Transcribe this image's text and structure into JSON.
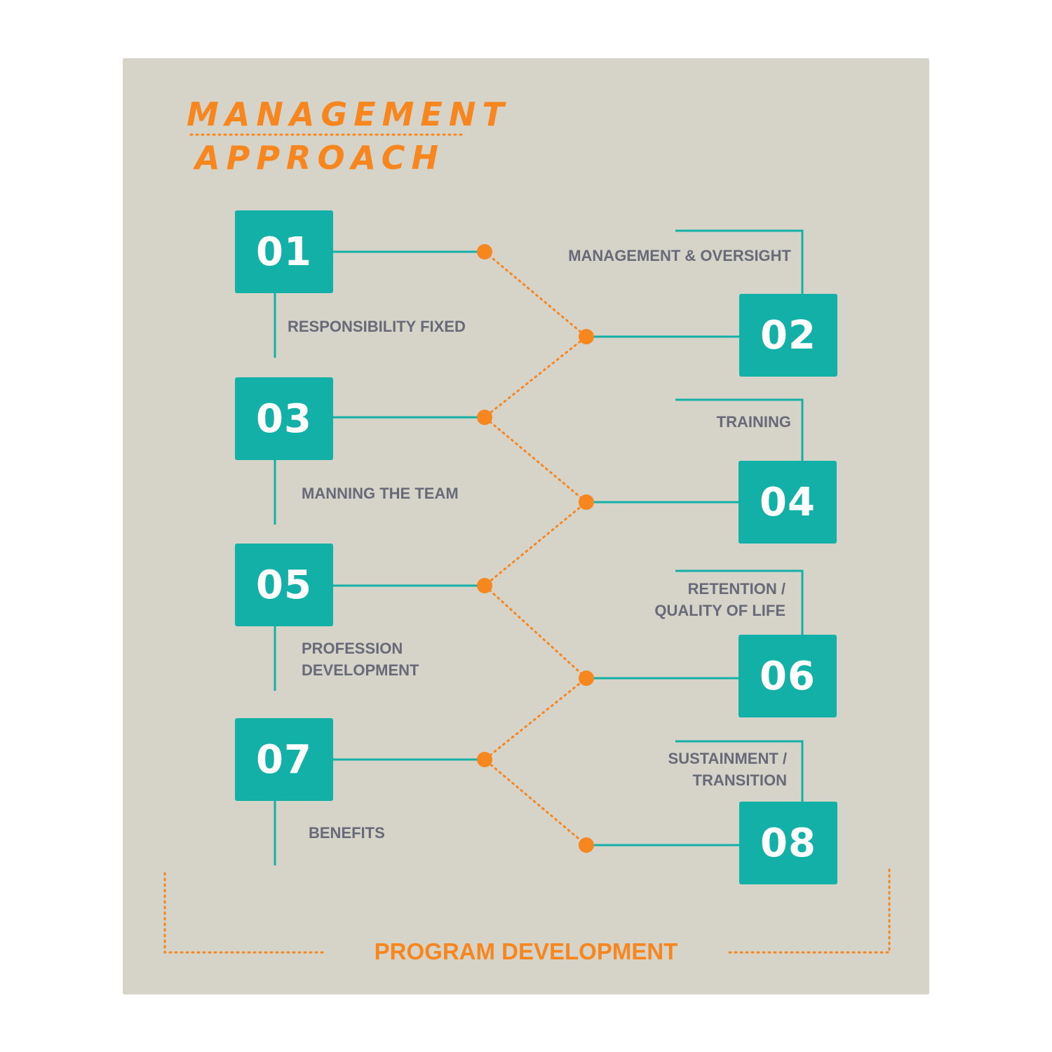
{
  "title": {
    "line1": "MANAGEMENT",
    "line2": "APPROACH"
  },
  "steps": [
    {
      "number": "01",
      "label": "RESPONSIBILITY FIXED"
    },
    {
      "number": "02",
      "label": "MANAGEMENT & OVERSIGHT"
    },
    {
      "number": "03",
      "label": "MANNING THE TEAM"
    },
    {
      "number": "04",
      "label": "TRAINING"
    },
    {
      "number": "05",
      "label_line1": "PROFESSION",
      "label_line2": "DEVELOPMENT"
    },
    {
      "number": "06",
      "label_line1": "RETENTION /",
      "label_line2": "QUALITY OF LIFE"
    },
    {
      "number": "07",
      "label": "BENEFITS"
    },
    {
      "number": "08",
      "label_line1": "SUSTAINMENT /",
      "label_line2": "TRANSITION"
    }
  ],
  "footer": {
    "label": "PROGRAM DEVELOPMENT"
  },
  "colors": {
    "accent": "#f7861e",
    "teal": "#13b0a8",
    "panel": "#d6d3c8",
    "label_text": "#676a78"
  }
}
